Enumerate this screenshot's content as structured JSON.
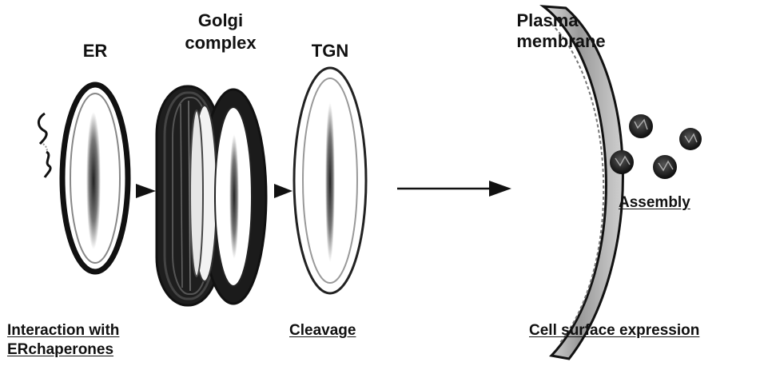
{
  "labels": {
    "er": "ER",
    "golgi_line1": "Golgi",
    "golgi_line2": "complex",
    "tgn": "TGN",
    "plasma_line1": "Plasma",
    "plasma_line2": "membrane",
    "assembly": "Assembly",
    "interaction_line1": "Interaction with",
    "interaction_line2": "ERchaperones",
    "cleavage": "Cleavage",
    "cell_surface": "Cell surface expression"
  },
  "colors": {
    "ink": "#111111",
    "fill_light": "#ffffff",
    "golgi_dark": "#1e1e1e",
    "membrane_gray": "#bdbdbd"
  }
}
